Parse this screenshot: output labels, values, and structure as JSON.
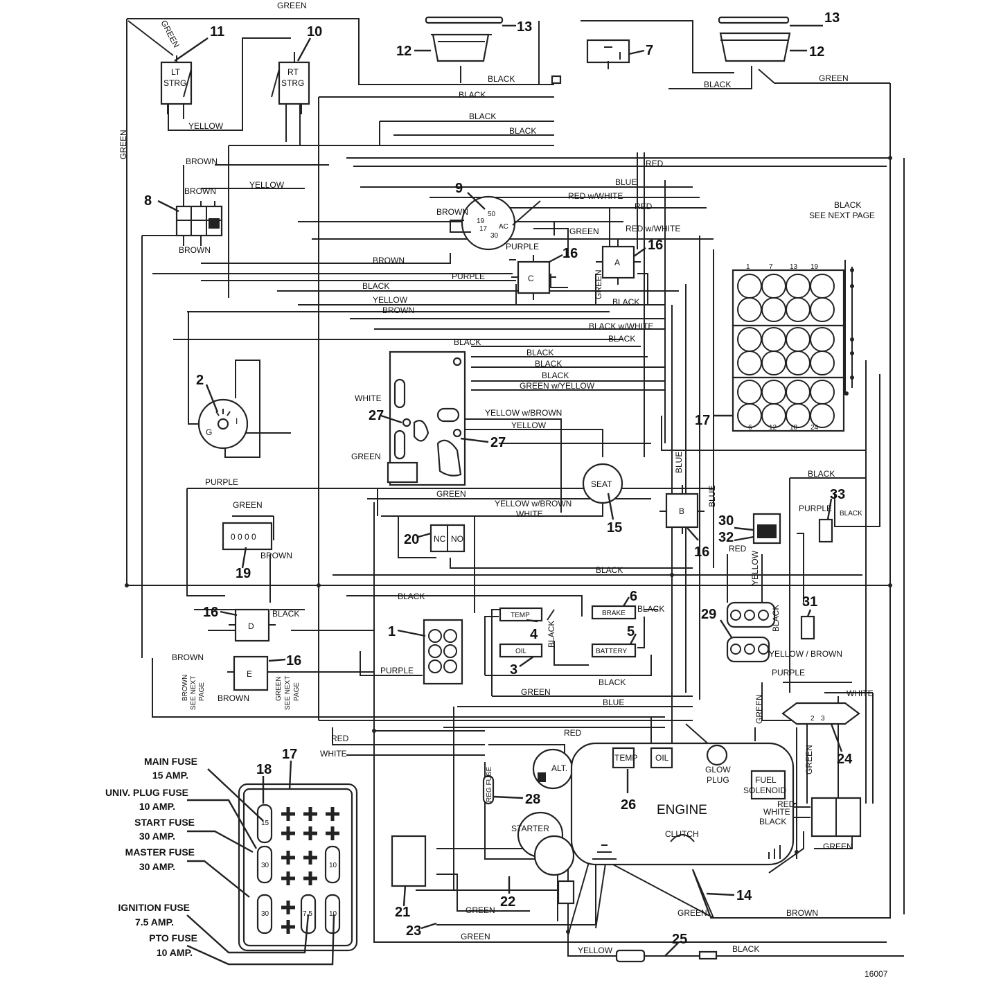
{
  "diagram_id": "16007",
  "colors": {
    "line": "#222222",
    "background": "#ffffff"
  },
  "components": {
    "c1": "1",
    "c2": "2",
    "c3": "3",
    "c4": "4",
    "c5": "5",
    "c6": "6",
    "c7": "7",
    "c8": "8",
    "c9": "9",
    "c10": "10",
    "c11": "11",
    "c12": "12",
    "c13": "13",
    "c14": "14",
    "c15": "15",
    "c16": "16",
    "c17": "17",
    "c18": "18",
    "c19": "19",
    "c20": "20",
    "c21": "21",
    "c22": "22",
    "c23": "23",
    "c24": "24",
    "c25": "25",
    "c26": "26",
    "c27": "27",
    "c28": "28",
    "c29": "29",
    "c30": "30",
    "c31": "31",
    "c32": "32",
    "c33": "33"
  },
  "component_text": {
    "lt_strg_1": "LT",
    "lt_strg_2": "STRG",
    "rt_strg_1": "RT",
    "rt_strg_2": "STRG",
    "temp": "TEMP",
    "oil": "OIL",
    "brake": "BRAKE",
    "battery": "BATTERY",
    "seat": "SEAT",
    "nc": "NC",
    "no": "NO",
    "relay_a": "A",
    "relay_b": "B",
    "relay_c": "C",
    "relay_d": "D",
    "relay_e": "E",
    "alt": "ALT.",
    "starter": "STARTER",
    "engine": "ENGINE",
    "glow_1": "GLOW",
    "glow_2": "PLUG",
    "clutch": "CLUTCH",
    "fuel_1": "FUEL",
    "fuel_2": "SOLENOID",
    "engine_temp": "TEMP",
    "engine_oil": "OIL",
    "reg_fuse": "REG FUSE",
    "hourmeter": "0 0 0 0",
    "switch_g": "G",
    "switch_i": "I",
    "key_50": "50",
    "key_19": "19",
    "key_17": "17",
    "key_30": "30",
    "key_ac": "AC",
    "conn_1": "1",
    "conn_7": "7",
    "conn_13": "13",
    "conn_19": "19",
    "conn_6": "6",
    "conn_12": "12",
    "conn_18": "18",
    "conn_24": "24",
    "reg_2": "2",
    "reg_3": "3",
    "fuse_15": "15",
    "fuse_30a": "30",
    "fuse_10a": "10",
    "fuse_30b": "30",
    "fuse_75": "7.5",
    "fuse_10b": "10"
  },
  "fuse_labels": {
    "main_1": "MAIN FUSE",
    "main_2": "15 AMP.",
    "univ_1": "UNIV. PLUG FUSE",
    "univ_2": "10 AMP.",
    "start_1": "START FUSE",
    "start_2": "30 AMP.",
    "master_1": "MASTER FUSE",
    "master_2": "30 AMP.",
    "ign_1": "IGNITION FUSE",
    "ign_2": "7.5 AMP.",
    "pto_1": "PTO FUSE",
    "pto_2": "10 AMP."
  },
  "notes": {
    "black_see_next_page_1": "BLACK",
    "black_see_next_page_2": "SEE NEXT PAGE",
    "brown_see_1": "BROWN",
    "brown_see_2": "SEE NEXT",
    "brown_see_3": "PAGE",
    "green_see_1": "GREEN",
    "green_see_2": "SEE NEXT",
    "green_see_3": "PAGE"
  },
  "wire_labels": {
    "green_top": "GREEN",
    "green_diag": "GREEN",
    "green_left_vert": "GREEN",
    "yellow_steer": "YELLOW",
    "black_12a": "BLACK",
    "black_12b": "BLACK",
    "green_12b": "GREEN",
    "black_1": "BLACK",
    "black_2": "BLACK",
    "black_3": "BLACK",
    "red_1": "RED",
    "blue_1": "BLUE",
    "red_white_1": "RED w/WHITE",
    "red_2": "RED",
    "brown_8a": "BROWN",
    "brown_8b": "BROWN",
    "brown_8c": "BROWN",
    "yellow_8": "YELLOW",
    "brown_9": "BROWN",
    "brown_mid": "BROWN",
    "purple_16c": "PURPLE",
    "green_16a": "GREEN",
    "red_white_16a": "RED w/WHITE",
    "green_16a_vert": "GREEN",
    "black_16a": "BLACK",
    "purple_c": "PURPLE",
    "black_4": "BLACK",
    "yellow_4": "YELLOW",
    "brown_4": "BROWN",
    "black_white": "BLACK w/WHITE",
    "black_5": "BLACK",
    "black_6": "BLACK",
    "black_7": "BLACK",
    "black_8": "BLACK",
    "black_9": "BLACK",
    "green_yellow": "GREEN w/YELLOW",
    "white_27": "WHITE",
    "yellow_brown_1": "YELLOW w/BROWN",
    "yellow_5": "YELLOW",
    "green_27": "GREEN",
    "green_27b": "GREEN",
    "purple_2": "PURPLE",
    "green_19": "GREEN",
    "brown_19": "BROWN",
    "yellow_brown_2": "YELLOW w/BROWN",
    "white_20": "WHITE",
    "blue_b": "BLUE",
    "blue_b2": "BLUE",
    "black_33a": "BLACK",
    "purple_33": "PURPLE",
    "black_33b": "BLACK",
    "red_30": "RED",
    "yellow_30": "YELLOW",
    "black_mid": "BLACK",
    "black_d": "BLACK",
    "black_d2": "BLACK",
    "black_6b": "BLACK",
    "black_4v": "BLACK",
    "brown_e": "BROWN",
    "brown_e2": "BROWN",
    "purple_1": "PURPLE",
    "black_29": "BLACK",
    "yellow_brown_29": "YELLOW / BROWN",
    "purple_29": "PURPLE",
    "green_3": "GREEN",
    "black_10": "BLACK",
    "blue_2": "BLUE",
    "red_3": "RED",
    "red_4": "RED",
    "white_2": "WHITE",
    "green_24": "GREEN",
    "white_24": "WHITE",
    "green_24b": "GREEN",
    "red_fuel": "RED",
    "white_fuel": "WHITE",
    "black_fuel": "BLACK",
    "green_fuel": "GREEN",
    "green_22": "GREEN",
    "green_23": "GREEN",
    "green_14": "GREEN",
    "brown_14": "BROWN",
    "yellow_25": "YELLOW",
    "black_25": "BLACK"
  }
}
